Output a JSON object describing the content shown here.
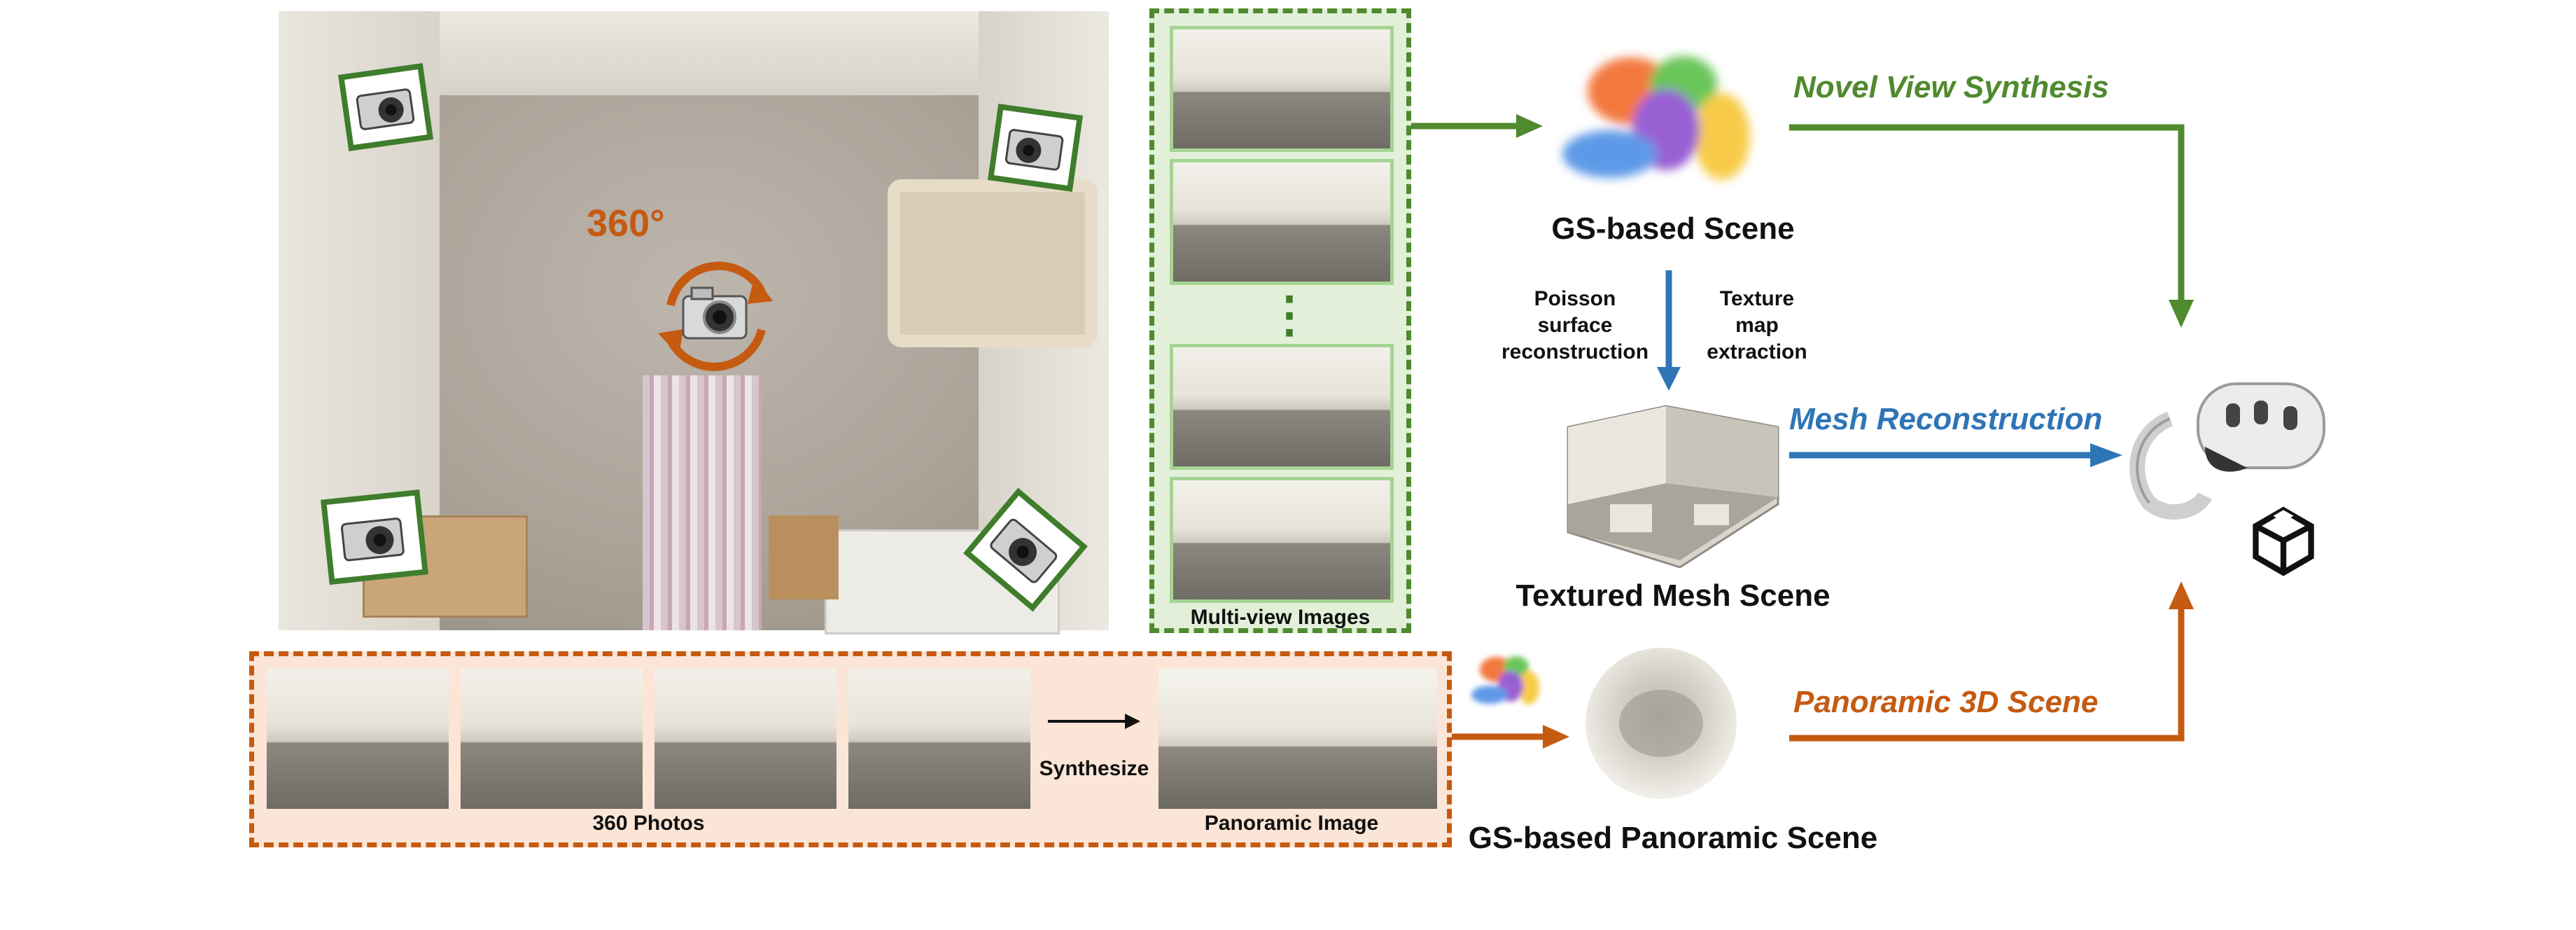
{
  "room_view": {
    "rotation_label": "360°",
    "camera_icons": [
      "camera-icon",
      "camera-icon",
      "camera-icon",
      "camera-icon",
      "camera-icon"
    ]
  },
  "multi_view": {
    "label": "Multi-view Images",
    "ellipsis": "⋮"
  },
  "bottom_panel": {
    "photos_label": "360 Photos",
    "synthesize_label": "Synthesize",
    "panoramic_image_label": "Panoramic Image"
  },
  "gs_scene": {
    "title": "GS-based Scene"
  },
  "mesh_steps": {
    "left": [
      "Poisson",
      "surface",
      "reconstruction"
    ],
    "right": [
      "Texture",
      "map",
      "extraction"
    ]
  },
  "mesh_scene": {
    "title": "Textured Mesh Scene"
  },
  "pano_scene": {
    "title": "GS-based Panoramic Scene"
  },
  "paths": {
    "novel_view": "Novel View Synthesis",
    "mesh_recon": "Mesh Reconstruction",
    "pano_3d": "Panoramic 3D Scene"
  },
  "colors": {
    "green": "#4f8a2e",
    "blue": "#2e75b6",
    "orange": "#c55a11",
    "thumb_border": "#a6d494",
    "multi_bg": "#e2f0d9",
    "pano_bg": "#fbe5d6"
  },
  "icons": [
    "vr-headset-icon",
    "unity-logo-icon",
    "gaussian-blobs-icon"
  ]
}
